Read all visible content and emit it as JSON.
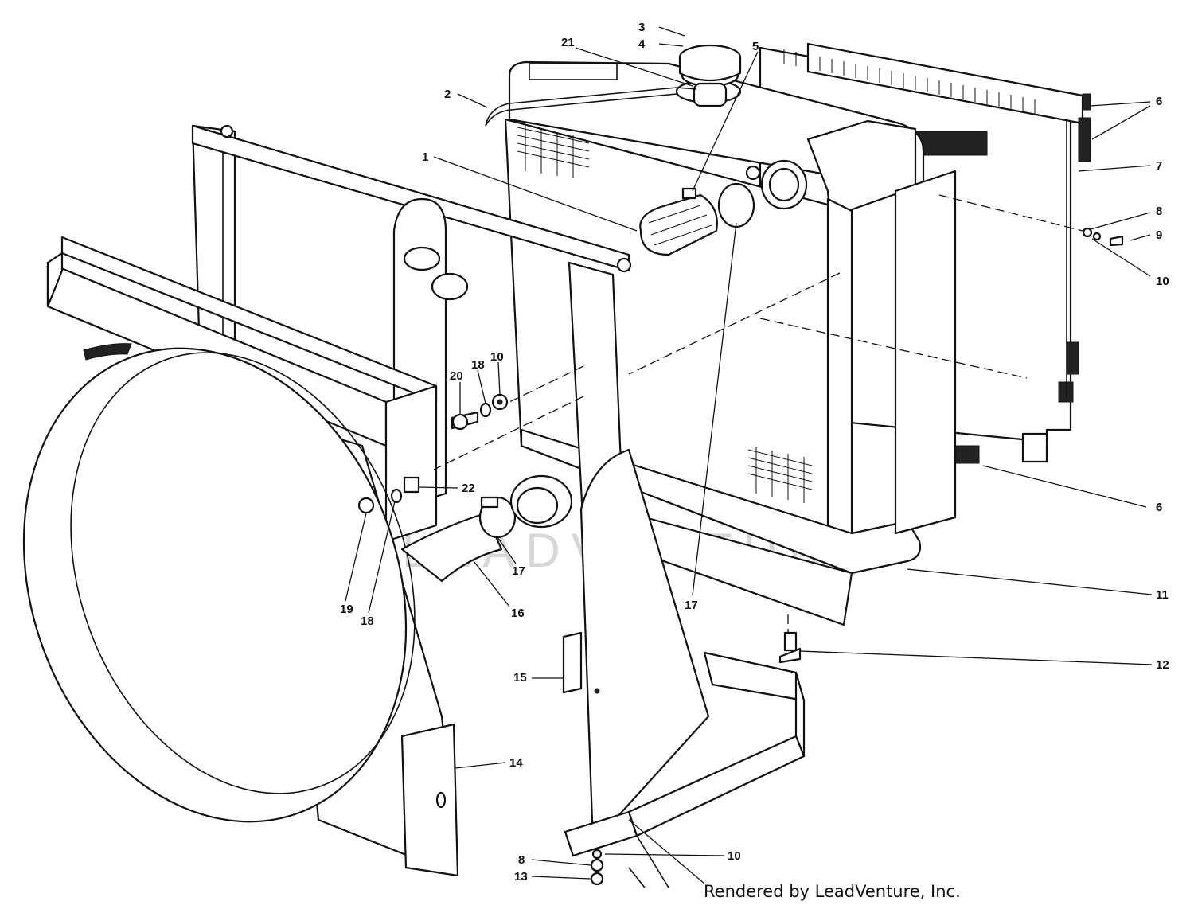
{
  "credit": "Rendered by LeadVenture, Inc.",
  "watermark": "LEADVENTURE",
  "callouts": [
    {
      "id": "c3",
      "label": "3"
    },
    {
      "id": "c4",
      "label": "4"
    },
    {
      "id": "c21",
      "label": "21"
    },
    {
      "id": "c5",
      "label": "5"
    },
    {
      "id": "c2",
      "label": "2"
    },
    {
      "id": "c6a",
      "label": "6"
    },
    {
      "id": "c7",
      "label": "7"
    },
    {
      "id": "c1",
      "label": "1"
    },
    {
      "id": "c8a",
      "label": "8"
    },
    {
      "id": "c9",
      "label": "9"
    },
    {
      "id": "c10a",
      "label": "10"
    },
    {
      "id": "c20",
      "label": "20"
    },
    {
      "id": "c18a",
      "label": "18"
    },
    {
      "id": "c10b",
      "label": "10"
    },
    {
      "id": "c22",
      "label": "22"
    },
    {
      "id": "c6b",
      "label": "6"
    },
    {
      "id": "c17a",
      "label": "17"
    },
    {
      "id": "c19",
      "label": "19"
    },
    {
      "id": "c18b",
      "label": "18"
    },
    {
      "id": "c16",
      "label": "16"
    },
    {
      "id": "c17b",
      "label": "17"
    },
    {
      "id": "c11",
      "label": "11"
    },
    {
      "id": "c12",
      "label": "12"
    },
    {
      "id": "c15",
      "label": "15"
    },
    {
      "id": "c14",
      "label": "14"
    },
    {
      "id": "c10c",
      "label": "10"
    },
    {
      "id": "c8b",
      "label": "8"
    },
    {
      "id": "c13",
      "label": "13"
    }
  ]
}
